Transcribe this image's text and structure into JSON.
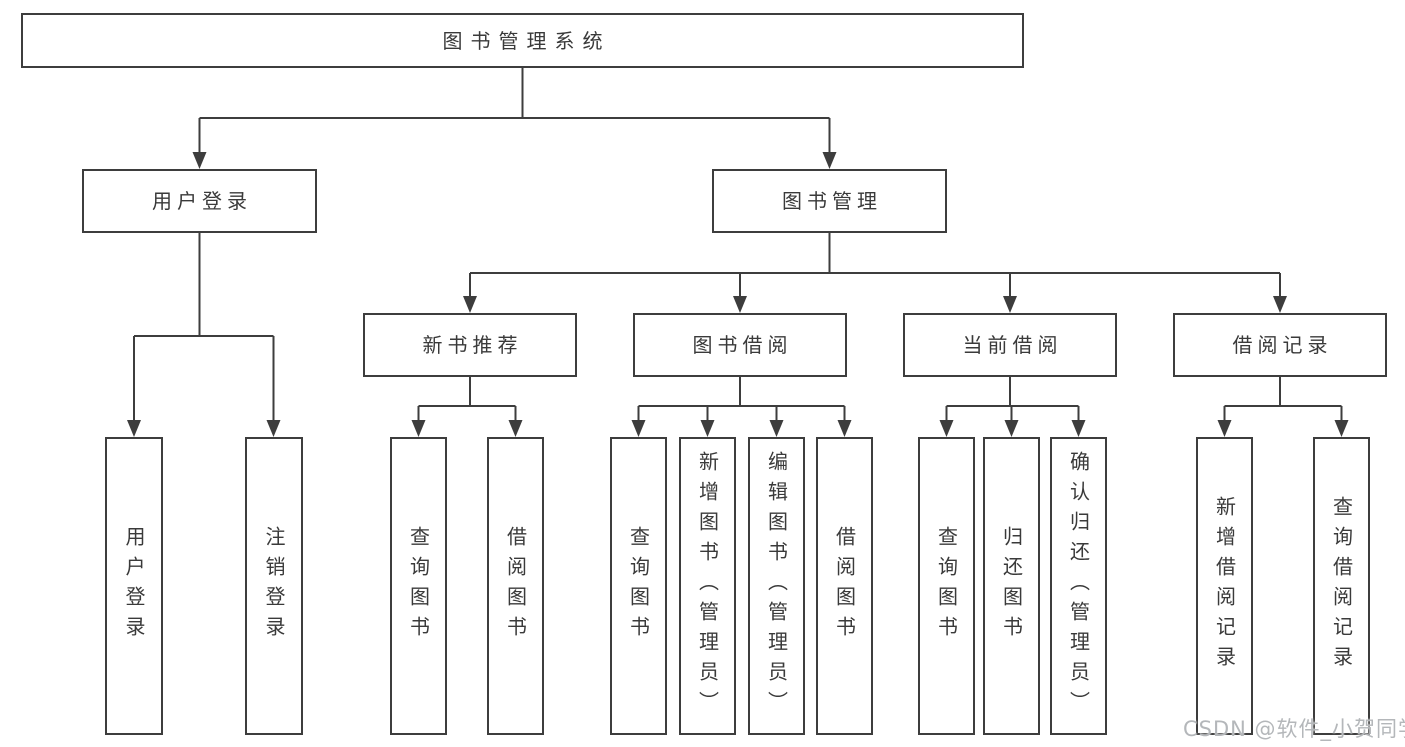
{
  "title": {
    "label": "图书管理系统"
  },
  "branches": [
    {
      "label": "用户登录",
      "children": [
        {
          "label": "用户登录"
        },
        {
          "label": "注销登录"
        }
      ]
    },
    {
      "label": "图书管理",
      "children": [
        {
          "label": "新书推荐",
          "children": [
            {
              "label": "查询图书"
            },
            {
              "label": "借阅图书"
            }
          ]
        },
        {
          "label": "图书借阅",
          "children": [
            {
              "label": "查询图书"
            },
            {
              "label": "新增图书（管理员）"
            },
            {
              "label": "编辑图书（管理员）"
            },
            {
              "label": "借阅图书"
            }
          ]
        },
        {
          "label": "当前借阅",
          "children": [
            {
              "label": "查询图书"
            },
            {
              "label": "归还图书"
            },
            {
              "label": "确认归还（管理员）"
            }
          ]
        },
        {
          "label": "借阅记录",
          "children": [
            {
              "label": "新增借阅记录"
            },
            {
              "label": "查询借阅记录"
            }
          ]
        }
      ]
    }
  ],
  "watermark": {
    "text": "CSDN @软件_小贺同学"
  },
  "colors": {
    "line": "#3d3d3d",
    "text": "#3a3a3a",
    "watermark": "#b4b7ba",
    "background": "#ffffff"
  }
}
